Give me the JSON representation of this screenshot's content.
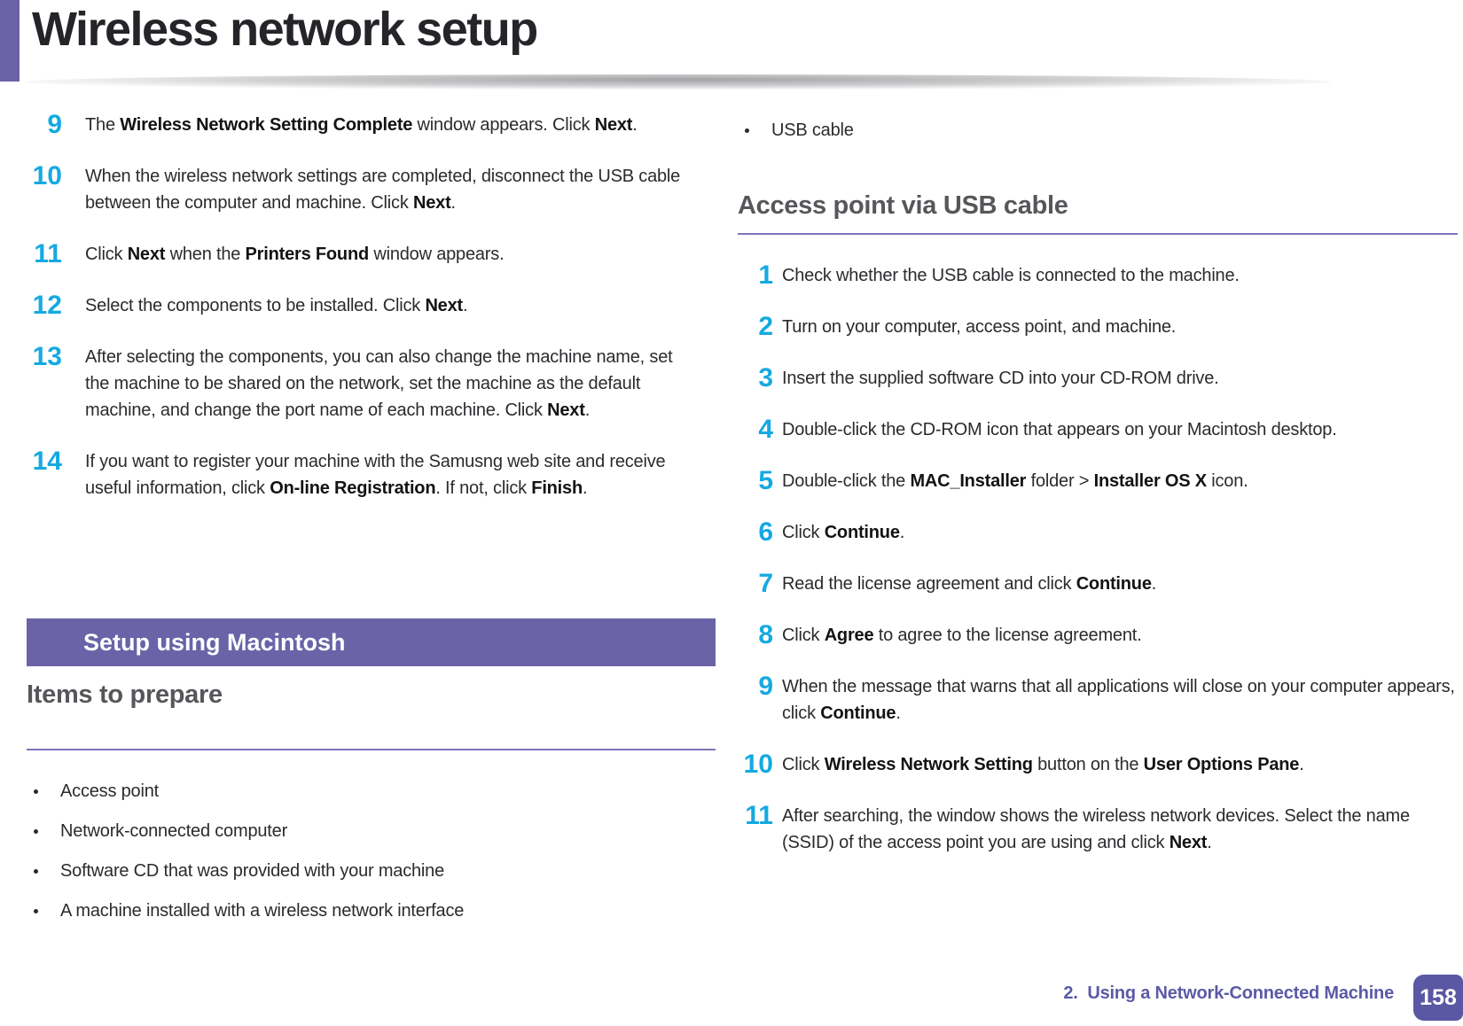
{
  "colors": {
    "accent_purple": "#6A63A8",
    "step_number_cyan": "#15A9E1",
    "heading_gray": "#57565A",
    "rule_purple": "#7C76B9",
    "footer_purple": "#5C59A6",
    "page_box_purple": "#5A57A3",
    "body_text": "#2B2A2E"
  },
  "header": {
    "title": "Wireless network setup"
  },
  "left_column": {
    "steps": [
      {
        "number": "9",
        "segments": [
          {
            "text": "The "
          },
          {
            "text": "Wireless Network Setting Complete",
            "bold": true
          },
          {
            "text": " window appears. Click "
          },
          {
            "text": "Next",
            "bold": true
          },
          {
            "text": "."
          }
        ]
      },
      {
        "number": "10",
        "segments": [
          {
            "text": "When the wireless network settings are completed, disconnect the USB cable between the computer and machine. Click "
          },
          {
            "text": "Next",
            "bold": true
          },
          {
            "text": "."
          }
        ]
      },
      {
        "number": "11",
        "segments": [
          {
            "text": "Click "
          },
          {
            "text": "Next",
            "bold": true
          },
          {
            "text": " when the "
          },
          {
            "text": "Printers Found",
            "bold": true
          },
          {
            "text": " window appears."
          }
        ]
      },
      {
        "number": "12",
        "segments": [
          {
            "text": "Select the components to be installed. Click "
          },
          {
            "text": "Next",
            "bold": true
          },
          {
            "text": "."
          }
        ]
      },
      {
        "number": "13",
        "segments": [
          {
            "text": "After selecting the components, you can also change the machine name, set the machine to be shared on the network, set the machine as the default machine, and change the port name of each machine. Click "
          },
          {
            "text": "Next",
            "bold": true
          },
          {
            "text": "."
          }
        ]
      },
      {
        "number": "14",
        "segments": [
          {
            "text": "If you want to register your machine with the Samusng web site and receive useful information, click "
          },
          {
            "text": "On-line Registration",
            "bold": true
          },
          {
            "text": ". If not, click "
          },
          {
            "text": "Finish",
            "bold": true
          },
          {
            "text": "."
          }
        ]
      }
    ],
    "banner": "Setup using Macintosh",
    "section_heading": "Items to prepare",
    "bullets": [
      "Access point",
      "Network-connected computer",
      "Software CD that was provided with your machine",
      "A machine installed with a wireless network interface"
    ]
  },
  "right_column": {
    "bullets": [
      "USB cable"
    ],
    "section_heading": "Access point via USB cable",
    "steps": [
      {
        "number": "1",
        "segments": [
          {
            "text": "Check whether the USB cable is connected to the machine."
          }
        ]
      },
      {
        "number": "2",
        "segments": [
          {
            "text": "Turn on your computer, access point, and machine."
          }
        ]
      },
      {
        "number": "3",
        "segments": [
          {
            "text": "Insert the supplied software CD into your CD-ROM drive."
          }
        ]
      },
      {
        "number": "4",
        "segments": [
          {
            "text": "Double-click the CD-ROM icon that appears on your Macintosh desktop."
          }
        ]
      },
      {
        "number": "5",
        "segments": [
          {
            "text": "Double-click the "
          },
          {
            "text": "MAC_Installer",
            "bold": true
          },
          {
            "text": " folder > "
          },
          {
            "text": "Installer OS X",
            "bold": true
          },
          {
            "text": " icon."
          }
        ]
      },
      {
        "number": "6",
        "segments": [
          {
            "text": "Click "
          },
          {
            "text": "Continue",
            "bold": true
          },
          {
            "text": "."
          }
        ]
      },
      {
        "number": "7",
        "segments": [
          {
            "text": "Read the license agreement and click "
          },
          {
            "text": "Continue",
            "bold": true
          },
          {
            "text": "."
          }
        ]
      },
      {
        "number": "8",
        "segments": [
          {
            "text": "Click "
          },
          {
            "text": "Agree",
            "bold": true
          },
          {
            "text": " to agree to the license agreement."
          }
        ]
      },
      {
        "number": "9",
        "segments": [
          {
            "text": "When the message that warns that all applications will close on your computer appears, click "
          },
          {
            "text": "Continue",
            "bold": true
          },
          {
            "text": "."
          }
        ]
      },
      {
        "number": "10",
        "segments": [
          {
            "text": "Click "
          },
          {
            "text": "Wireless Network Setting",
            "bold": true
          },
          {
            "text": " button on the "
          },
          {
            "text": "User Options Pane",
            "bold": true
          },
          {
            "text": "."
          }
        ]
      },
      {
        "number": "11",
        "segments": [
          {
            "text": "After searching, the window shows the wireless network devices. Select the name (SSID) of the access point you are using and click "
          },
          {
            "text": "Next",
            "bold": true
          },
          {
            "text": "."
          }
        ]
      }
    ]
  },
  "footer": {
    "chapter": "2.  Using a Network-Connected Machine",
    "page_number": "158"
  }
}
